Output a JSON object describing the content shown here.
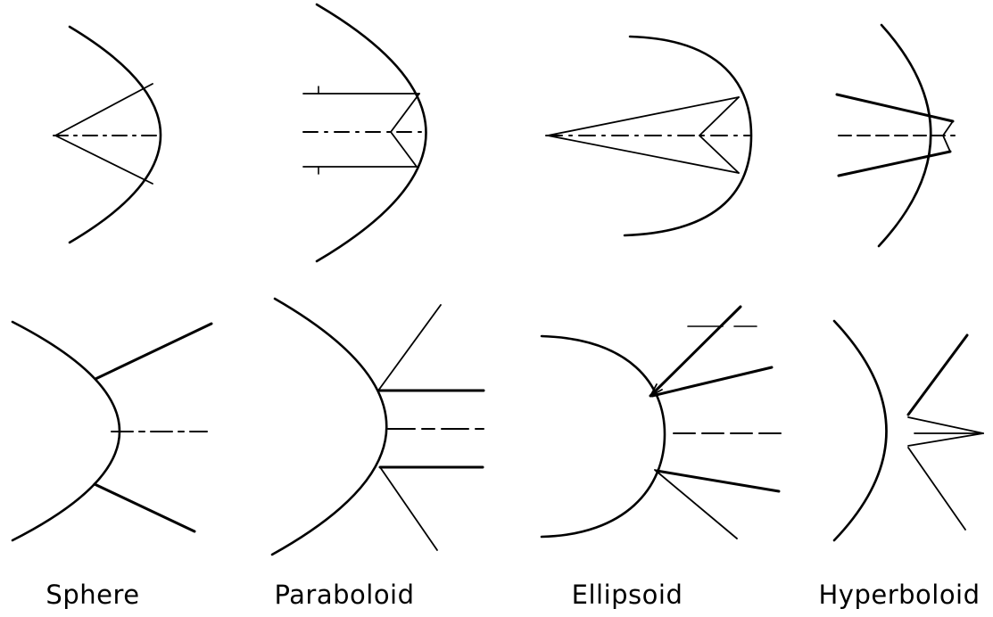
{
  "labels": {
    "sphere": "Sphere",
    "paraboloid": "Paraboloid",
    "ellipsoid": "Ellipsoid",
    "hyperboloid": "Hyperboloid"
  }
}
